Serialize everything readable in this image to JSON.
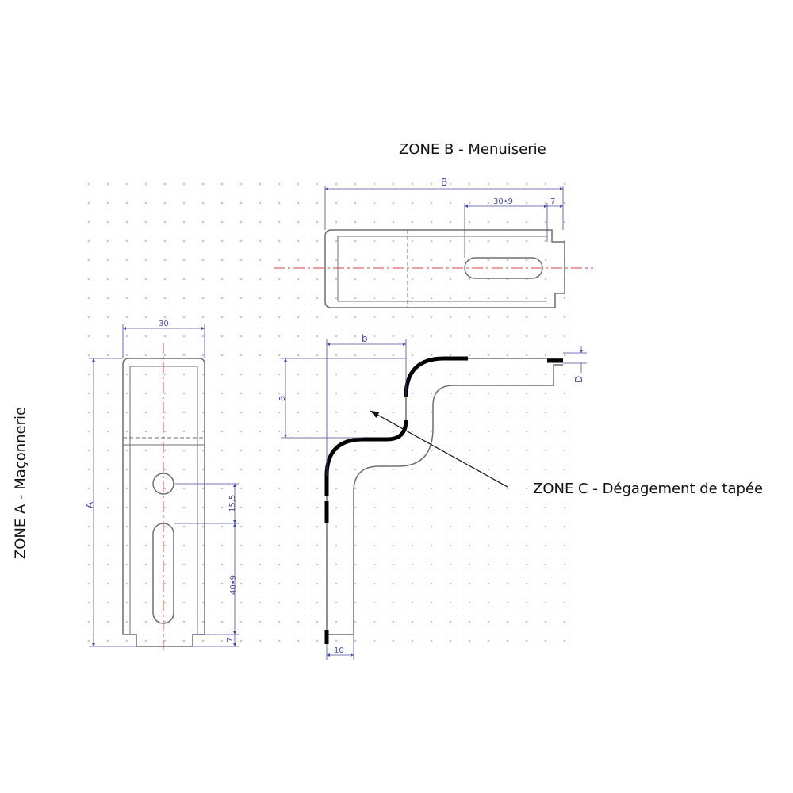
{
  "zones": {
    "zone_a": "ZONE A - Maçonnerie",
    "zone_b": "ZONE B - Menuiserie",
    "zone_c": "ZONE C - Dégagement de tapée"
  },
  "dimensions": {
    "top_width": "B",
    "slot_length_top": "30•9",
    "slot_end_top": "7",
    "front_width": "30",
    "front_height": "A",
    "hole_spacing": "15,5",
    "slot_length_front": "40•9",
    "slot_end_front": "7",
    "side_offset_b": "b",
    "side_offset_a": "a",
    "side_thickness_d": "D",
    "side_leg_width": "10"
  },
  "colors": {
    "outline": "#6e6e6e",
    "dimension": "#4a4aa0",
    "centerline": "#d04848",
    "grid_dot": "#bdbdbd",
    "bold_profile": "#000000"
  }
}
